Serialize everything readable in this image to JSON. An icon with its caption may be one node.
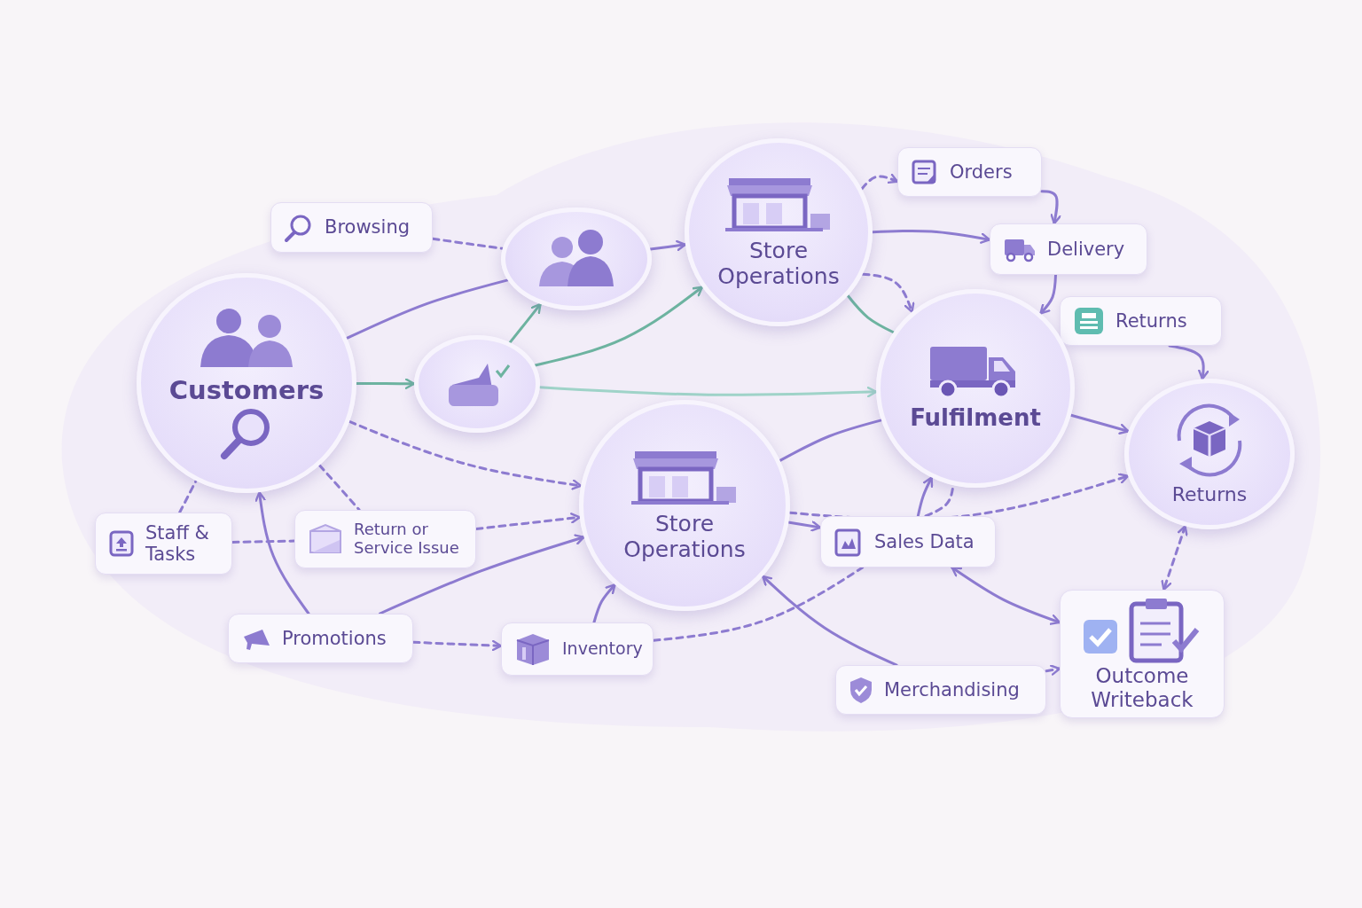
{
  "diagram": {
    "nodes": [
      {
        "text": [
          "Browsing"
        ]
      },
      {
        "text": [],
        "shape": "circle"
      },
      {
        "text": [
          "Store Operations"
        ]
      },
      {
        "text": [
          "Orders"
        ]
      },
      {
        "text": [
          "Delivery"
        ]
      },
      {
        "text": [
          "Customers"
        ]
      },
      {
        "text": [],
        "shape": "circle"
      },
      {
        "text": [
          "Returns"
        ]
      },
      {
        "text": [
          "Fulfilment"
        ]
      },
      {
        "text": [
          "Returns"
        ]
      },
      {
        "text": [
          "Staff & Tasks"
        ]
      },
      {
        "text": [
          "Return or Service Issue"
        ]
      },
      {
        "text": [
          "Store Operations"
        ]
      },
      {
        "text": [
          "Sales Data"
        ]
      },
      {
        "text": [
          "Promotions"
        ]
      },
      {
        "text": [
          "Inventory"
        ]
      },
      {
        "text": [
          "Merchandising"
        ]
      },
      {
        "text": [
          "Outcome Writeback"
        ]
      }
    ],
    "edges": [
      {
        "from": 0,
        "to": 1,
        "arrow": "none",
        "style": "dashed"
      },
      {
        "from": 5,
        "to": 1,
        "arrow": "none"
      },
      {
        "from": 1,
        "to": 2,
        "arrow": "to"
      },
      {
        "from": 5,
        "to": 6,
        "arrow": "to",
        "color": "#6db3a0"
      },
      {
        "from": 6,
        "to": 1,
        "arrow": "to",
        "color": "#6db3a0"
      },
      {
        "from": 6,
        "to": 8,
        "arrow": "to",
        "color": "#9fd3c8"
      },
      {
        "from": 6,
        "to": 2,
        "arrow": "to",
        "color": "#6db3a0"
      },
      {
        "from": 2,
        "to": 3,
        "arrow": "to",
        "style": "dashed"
      },
      {
        "from": 3,
        "to": 4,
        "arrow": "to"
      },
      {
        "from": 2,
        "to": 4,
        "arrow": "to"
      },
      {
        "from": 4,
        "to": 8,
        "arrow": "to"
      },
      {
        "from": 7,
        "to": 9,
        "arrow": "to"
      },
      {
        "from": 2,
        "to": 8,
        "arrow": "none",
        "color": "#6db3a0"
      },
      {
        "from": 2,
        "to": 8,
        "arrow": "to",
        "style": "dashed"
      },
      {
        "from": 8,
        "to": 9,
        "arrow": "to"
      },
      {
        "from": 5,
        "to": 12,
        "arrow": "to",
        "style": "dashed"
      },
      {
        "from": 10,
        "to": 5,
        "arrow": "none",
        "style": "dashed"
      },
      {
        "from": 10,
        "to": 11,
        "arrow": "none",
        "style": "dashed"
      },
      {
        "from": 11,
        "to": 12,
        "arrow": "to",
        "style": "dashed"
      },
      {
        "from": 5,
        "to": 11,
        "arrow": "none",
        "style": "dashed"
      },
      {
        "from": 14,
        "to": 5,
        "arrow": "to"
      },
      {
        "from": 14,
        "to": 12,
        "arrow": "to"
      },
      {
        "from": 14,
        "to": 15,
        "arrow": "to",
        "style": "dashed"
      },
      {
        "from": 15,
        "to": 12,
        "arrow": "to"
      },
      {
        "from": 15,
        "to": 13,
        "arrow": "none",
        "style": "dashed"
      },
      {
        "from": 13,
        "to": 8,
        "arrow": "none",
        "style": "dashed"
      },
      {
        "from": 12,
        "to": 13,
        "arrow": "to"
      },
      {
        "from": 13,
        "to": 8,
        "arrow": "to"
      },
      {
        "from": 12,
        "to": 8,
        "arrow": "none"
      },
      {
        "from": 12,
        "to": 9,
        "arrow": "to",
        "style": "dashed"
      },
      {
        "from": 16,
        "to": 12,
        "arrow": "to"
      },
      {
        "from": 16,
        "to": 17,
        "arrow": "to",
        "style": "dashed"
      },
      {
        "from": 13,
        "to": 17,
        "arrow": "both"
      },
      {
        "from": 9,
        "to": 17,
        "arrow": "both",
        "style": "dashed"
      }
    ]
  }
}
